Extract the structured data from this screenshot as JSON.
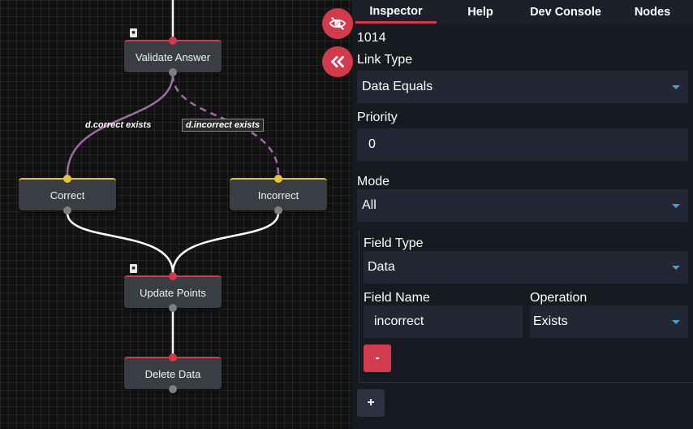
{
  "canvas": {
    "nodes": {
      "validate": "Validate Answer",
      "correct": "Correct",
      "incorrect": "Incorrect",
      "update": "Update Points",
      "delete": "Delete Data"
    },
    "links": {
      "correct": "d.correct exists",
      "incorrect": "d.incorrect exists"
    }
  },
  "panel": {
    "tabs": [
      "Inspector",
      "Help",
      "Dev Console",
      "Nodes"
    ],
    "active_tab": "Inspector",
    "link_id": "1014",
    "link_type_label": "Link Type",
    "link_type_value": "Data Equals",
    "priority_label": "Priority",
    "priority_value": "0",
    "mode_label": "Mode",
    "mode_value": "All",
    "field_type_label": "Field Type",
    "field_type_value": "Data",
    "field_name_label": "Field Name",
    "field_name_value": "incorrect",
    "operation_label": "Operation",
    "operation_value": "Exists",
    "remove_label": "-",
    "add_label": "+"
  },
  "colors": {
    "accent": "#d23a4e",
    "yellow_port": "#e5c33a",
    "link_purple": "#a06aa5",
    "dropdown_caret": "#4a9bd6"
  },
  "icons": {
    "hide": "eye-slash-icon",
    "collapse": "double-chevron-left-icon"
  }
}
